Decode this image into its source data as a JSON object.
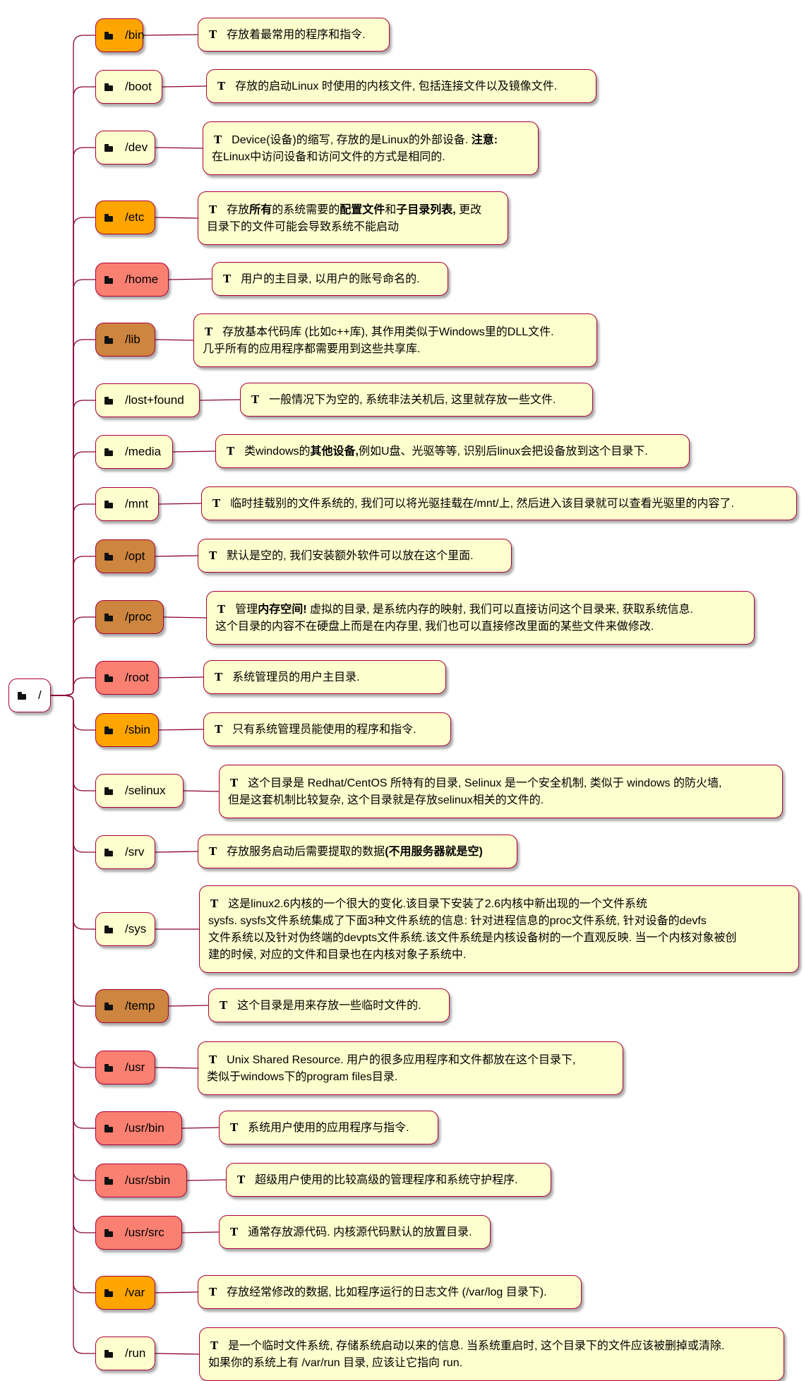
{
  "colors": {
    "line": "#8b0038",
    "border": "#a80036",
    "note_bg": "#fefece",
    "default": "#fefece",
    "orange": "#ffa500",
    "salmon": "#fa8072",
    "peru": "#cd853f"
  },
  "icons": {
    "folder": "folder-icon",
    "note_type": "T"
  },
  "root": {
    "label": "/",
    "color": "default"
  },
  "nodes": [
    {
      "id": "bin",
      "label": "/bin",
      "color": "orange",
      "note": [
        [
          {
            "t": "存放着最常用的程序和指令."
          }
        ]
      ]
    },
    {
      "id": "boot",
      "label": "/boot",
      "color": "default",
      "note": [
        [
          {
            "t": "存放的启动Linux 时使用的内核文件, 包括连接文件以及镜像文件."
          }
        ]
      ]
    },
    {
      "id": "dev",
      "label": "/dev",
      "color": "default",
      "note": [
        [
          {
            "t": "Device(设备)的缩写, 存放的是Linux的外部设备. "
          },
          {
            "t": "注意:",
            "b": true
          }
        ],
        [
          {
            "t": "在Linux中访问设备和访问文件的方式是相同的."
          }
        ]
      ]
    },
    {
      "id": "etc",
      "label": "/etc",
      "color": "orange",
      "note": [
        [
          {
            "t": "存放"
          },
          {
            "t": "所有",
            "b": true
          },
          {
            "t": "的系统需要的"
          },
          {
            "t": "配置文件",
            "b": true
          },
          {
            "t": "和"
          },
          {
            "t": "子目录列表,",
            "b": true
          },
          {
            "t": " 更改"
          }
        ],
        [
          {
            "t": "目录下的文件可能会导致系统不能启动"
          }
        ]
      ]
    },
    {
      "id": "home",
      "label": "/home",
      "color": "salmon",
      "note": [
        [
          {
            "t": "用户的主目录, 以用户的账号命名的."
          }
        ]
      ]
    },
    {
      "id": "lib",
      "label": "/lib",
      "color": "peru",
      "note": [
        [
          {
            "t": "存放基本代码库 (比如c++库), 其作用类似于Windows里的DLL文件."
          }
        ],
        [
          {
            "t": "几乎所有的应用程序都需要用到这些共享库."
          }
        ]
      ]
    },
    {
      "id": "lostfound",
      "label": "/lost+found",
      "color": "default",
      "note": [
        [
          {
            "t": "一般情况下为空的, 系统非法关机后, 这里就存放一些文件."
          }
        ]
      ]
    },
    {
      "id": "media",
      "label": "/media",
      "color": "default",
      "note": [
        [
          {
            "t": "类windows的"
          },
          {
            "t": "其他设备,",
            "b": true
          },
          {
            "t": "例如U盘、光驱等等, 识别后linux会把设备放到这个目录下."
          }
        ]
      ]
    },
    {
      "id": "mnt",
      "label": "/mnt",
      "color": "default",
      "note": [
        [
          {
            "t": "临时挂载别的文件系统的, 我们可以将光驱挂载在/mnt/上, 然后进入该目录就可以查看光驱里的内容了."
          }
        ]
      ]
    },
    {
      "id": "opt",
      "label": "/opt",
      "color": "peru",
      "note": [
        [
          {
            "t": "默认是空的, 我们安装额外软件可以放在这个里面."
          }
        ]
      ]
    },
    {
      "id": "proc",
      "label": "/proc",
      "color": "peru",
      "note": [
        [
          {
            "t": "管理"
          },
          {
            "t": "内存空间!",
            "b": true
          },
          {
            "t": " 虚拟的目录, 是系统内存的映射, 我们可以直接访问这个目录来, 获取系统信息."
          }
        ],
        [
          {
            "t": "这个目录的内容不在硬盘上而是在内存里, 我们也可以直接修改里面的某些文件来做修改."
          }
        ]
      ]
    },
    {
      "id": "root",
      "label": "/root",
      "color": "salmon",
      "note": [
        [
          {
            "t": "系统管理员的用户主目录."
          }
        ]
      ]
    },
    {
      "id": "sbin",
      "label": "/sbin",
      "color": "orange",
      "note": [
        [
          {
            "t": "只有系统管理员能使用的程序和指令."
          }
        ]
      ]
    },
    {
      "id": "selinux",
      "label": "/selinux",
      "color": "default",
      "note": [
        [
          {
            "t": "这个目录是 Redhat/CentOS 所特有的目录, Selinux 是一个安全机制, 类似于 windows 的防火墙,"
          }
        ],
        [
          {
            "t": "但是这套机制比较复杂, 这个目录就是存放selinux相关的文件的."
          }
        ]
      ]
    },
    {
      "id": "srv",
      "label": "/srv",
      "color": "default",
      "note": [
        [
          {
            "t": "存放服务启动后需要提取的数据"
          },
          {
            "t": "(不用服务器就是空)",
            "b": true
          }
        ]
      ]
    },
    {
      "id": "sys",
      "label": "/sys",
      "color": "default",
      "note": [
        [
          {
            "t": "这是linux2.6内核的一个很大的变化.该目录下安装了2.6内核中新出现的一个文件系统"
          }
        ],
        [
          {
            "t": "sysfs. sysfs文件系统集成了下面3种文件系统的信息: 针对进程信息的proc文件系统, 针对设备的devfs"
          }
        ],
        [
          {
            "t": "文件系统以及针对伪终端的devpts文件系统.该文件系统是内核设备树的一个直观反映. 当一个内核对象被创"
          }
        ],
        [
          {
            "t": "建的时候, 对应的文件和目录也在内核对象子系统中."
          }
        ]
      ]
    },
    {
      "id": "temp",
      "label": "/temp",
      "color": "peru",
      "note": [
        [
          {
            "t": "这个目录是用来存放一些临时文件的."
          }
        ]
      ]
    },
    {
      "id": "usr",
      "label": "/usr",
      "color": "salmon",
      "note": [
        [
          {
            "t": "Unix Shared Resource. 用户的很多应用程序和文件都放在这个目录下,"
          }
        ],
        [
          {
            "t": "类似于windows下的program files目录."
          }
        ]
      ]
    },
    {
      "id": "usrbin",
      "label": "/usr/bin",
      "color": "salmon",
      "note": [
        [
          {
            "t": "系统用户使用的应用程序与指令."
          }
        ]
      ]
    },
    {
      "id": "usrsbin",
      "label": "/usr/sbin",
      "color": "salmon",
      "note": [
        [
          {
            "t": "超级用户使用的比较高级的管理程序和系统守护程序."
          }
        ]
      ]
    },
    {
      "id": "usrsrc",
      "label": "/usr/src",
      "color": "salmon",
      "note": [
        [
          {
            "t": "通常存放源代码. 内核源代码默认的放置目录."
          }
        ]
      ]
    },
    {
      "id": "var",
      "label": "/var",
      "color": "orange",
      "note": [
        [
          {
            "t": "存放经常修改的数据, 比如程序运行的日志文件 (/var/log 目录下)."
          }
        ]
      ]
    },
    {
      "id": "run",
      "label": "/run",
      "color": "default",
      "note": [
        [
          {
            "t": "是一个临时文件系统, 存储系统启动以来的信息. 当系统重启时, 这个目录下的文件应该被删掉或清除."
          }
        ],
        [
          {
            "t": "如果你的系统上有 /var/run 目录, 应该让它指向 run."
          }
        ]
      ]
    }
  ]
}
